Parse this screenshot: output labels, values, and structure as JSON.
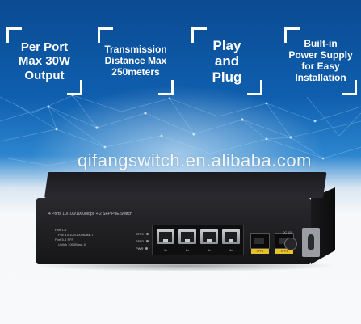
{
  "features": [
    {
      "line1": "Per Port",
      "line2": "Max 30W",
      "line3": "Output",
      "line4": ""
    },
    {
      "line1": "Transmission",
      "line2": "Distance Max",
      "line3": "250meters",
      "line4": ""
    },
    {
      "line1": "Play",
      "line2": "and",
      "line3": "Plug",
      "line4": ""
    },
    {
      "line1": "Built-in",
      "line2": "Power Supply",
      "line3": "for Easy",
      "line4": "Installation"
    }
  ],
  "watermark": "qifangswitch.en.alibaba.com",
  "switch": {
    "title": "4 Ports 10/100/1000Mbps + 2 SFP PoE Switch",
    "port_info_1": "Port 1-4",
    "port_info_2": "PoE 10/100/1000Base-T",
    "port_info_3": "Port 5-6 SFP",
    "port_info_4": "Uplink 1000Base-X",
    "leds": [
      "SFP1",
      "SFP2",
      "PWR"
    ],
    "ports": [
      "1x",
      "2x",
      "3x",
      "4x"
    ],
    "sfp": [
      "SFP1",
      "SFP2"
    ],
    "dc_label": "DC 52V"
  }
}
